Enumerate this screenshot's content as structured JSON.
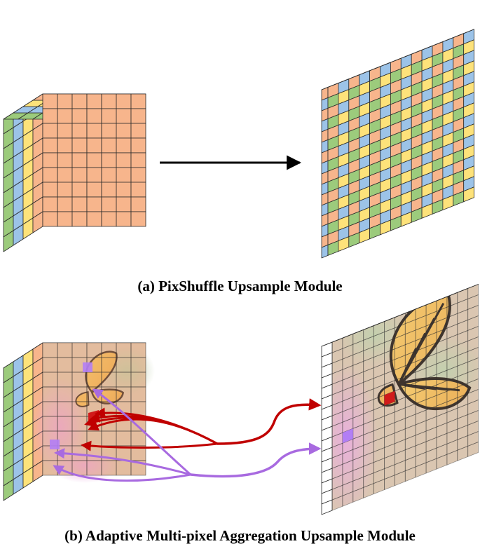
{
  "captions": {
    "a": "(a) PixShuffle Upsample Module",
    "b": "(b) Adaptive Multi-pixel Aggregation Upsample Module"
  },
  "colors": {
    "green": "#9ccb7c",
    "blue": "#9cc3e8",
    "yellow": "#fde27a",
    "orange": "#f7b58c",
    "grid_line": "#2a2a2a",
    "arrow_black": "#000000",
    "arrow_red": "#c00000",
    "arrow_purple": "#a86ae0",
    "highlight_red": "#d11a1a",
    "highlight_purple": "#b27ef5"
  },
  "icons": {
    "input_tensor": "multi-channel-feature-block",
    "output_tensor": "upsampled-feature-plane",
    "image_overlay": "monarch-butterfly-on-flowers"
  }
}
